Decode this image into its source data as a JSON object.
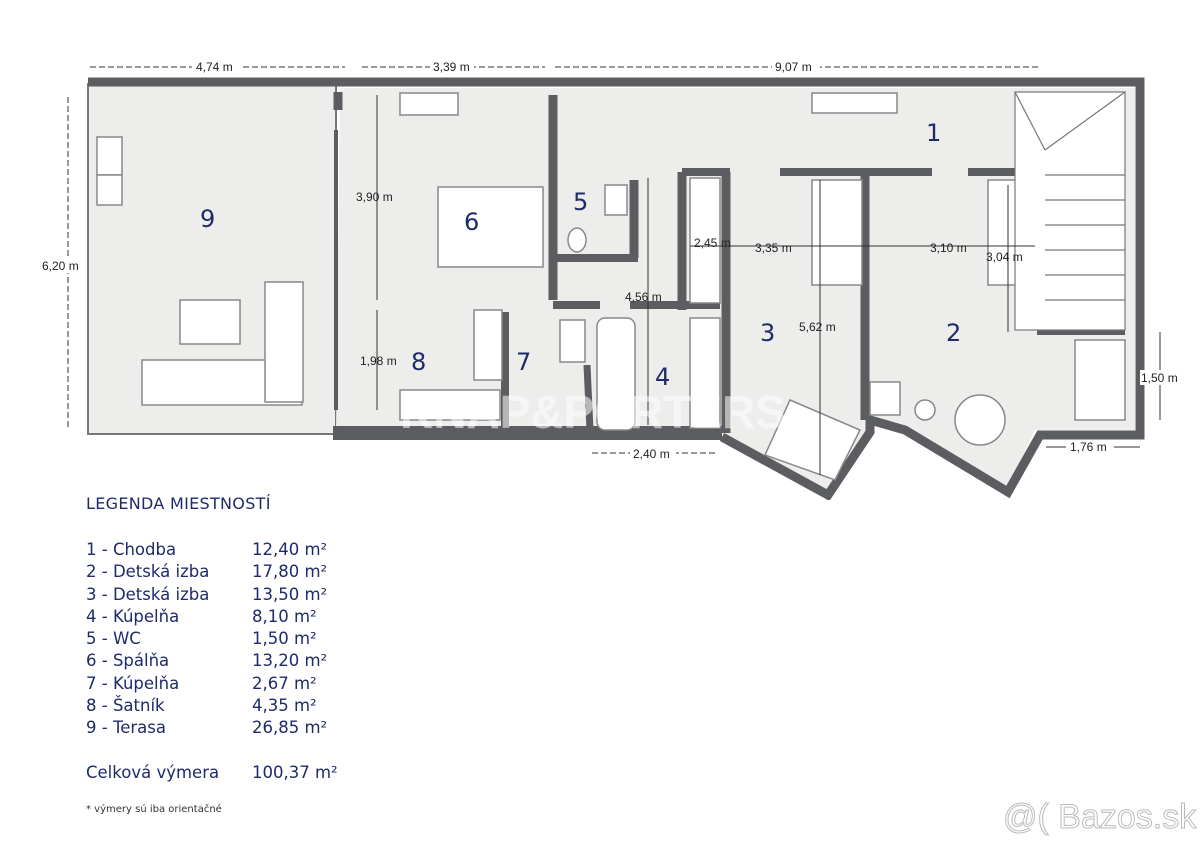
{
  "colors": {
    "wall": "#5b5d61",
    "floor": "#ededeb",
    "room_number": "#1f2a6b",
    "legend_text": "#1f2a6b"
  },
  "dimensions": {
    "top_terrace": "4,74 m",
    "top_middle": "3,39 m",
    "top_right": "9,07 m",
    "left_height": "6,20 m",
    "bedroom_height": "3,90 m",
    "wardrobe_height": "1,98 m",
    "bath_width": "2,45 m",
    "room3_width": "3,35 m",
    "room2_width": "3,10 m",
    "room2_depth": "3,04 m",
    "bath_height": "4,56 m",
    "room3_height": "5,62 m",
    "bath_bottom": "2,40 m",
    "bay_height": "1,50 m",
    "bay_width": "1,76 m"
  },
  "rooms": [
    "1",
    "2",
    "3",
    "4",
    "5",
    "6",
    "7",
    "8",
    "9"
  ],
  "watermark": "KNAP&PORTERS",
  "legend": {
    "title": "LEGENDA MIESTNOSTÍ",
    "items": [
      {
        "name": "1 - Chodba",
        "area": "12,40 m²"
      },
      {
        "name": "2 - Detská izba",
        "area": "17,80 m²"
      },
      {
        "name": "3 - Detská izba",
        "area": "13,50 m²"
      },
      {
        "name": "4 - Kúpelňa",
        "area": "8,10 m²"
      },
      {
        "name": "5 - WC",
        "area": "1,50 m²"
      },
      {
        "name": "6 - Spálňa",
        "area": "13,20 m²"
      },
      {
        "name": "7 - Kúpelňa",
        "area": "2,67 m²"
      },
      {
        "name": "8 - Šatník",
        "area": "4,35 m²"
      },
      {
        "name": "9 - Terasa",
        "area": "26,85 m²"
      }
    ],
    "total_label": "Celková výmera",
    "total_area": "100,37 m²",
    "note": "*  výmery sú iba orientačné"
  },
  "site_watermark": "@( Bazos.sk"
}
